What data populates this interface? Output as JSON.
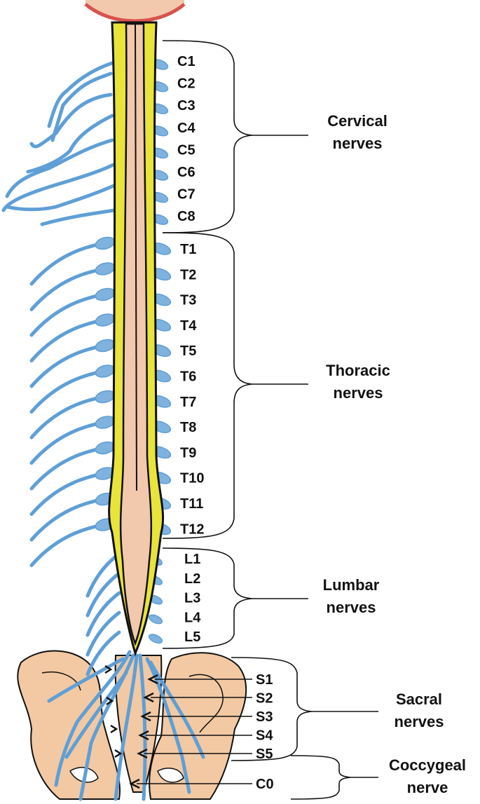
{
  "colors": {
    "nerve": "#5f9fd6",
    "ganglion": "#7fb2df",
    "dura": "#e8e43a",
    "cord": "#f2c9ad",
    "bone": "#f2c9a3",
    "brainstem_edge": "#d9534f",
    "outline": "#111111"
  },
  "segments": {
    "cervical": [
      "C1",
      "C2",
      "C3",
      "C4",
      "C5",
      "C6",
      "C7",
      "C8"
    ],
    "thoracic": [
      "T1",
      "T2",
      "T3",
      "T4",
      "T5",
      "T6",
      "T7",
      "T8",
      "T9",
      "T10",
      "T11",
      "T12"
    ],
    "lumbar": [
      "L1",
      "L2",
      "L3",
      "L4",
      "L5"
    ],
    "sacral": [
      "S1",
      "S2",
      "S3",
      "S4",
      "S5"
    ],
    "coccygeal": [
      "C0"
    ]
  },
  "groups": {
    "cervical": [
      "Cervical",
      "nerves"
    ],
    "thoracic": [
      "Thoracic",
      "nerves"
    ],
    "lumbar": [
      "Lumbar",
      "nerves"
    ],
    "sacral": [
      "Sacral",
      "nerves"
    ],
    "coccygeal": [
      "Coccygeal",
      "nerve"
    ]
  }
}
